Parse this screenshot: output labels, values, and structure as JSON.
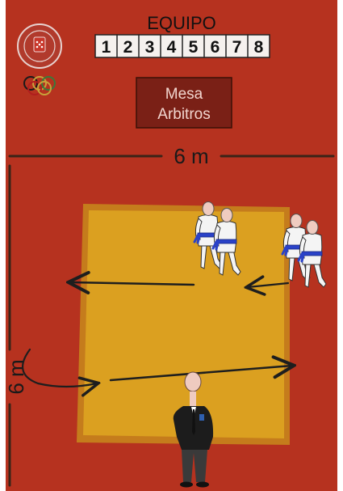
{
  "team": {
    "title": "EQUIPO",
    "numbers": [
      "1",
      "2",
      "3",
      "4",
      "5",
      "6",
      "7",
      "8"
    ]
  },
  "table": {
    "line1": "Mesa",
    "line2": "Arbitros"
  },
  "dimensions": {
    "horizontal": "6 m",
    "vertical": "6 m"
  },
  "emblem": {
    "name": "federation-seal",
    "ring_colors": [
      "#1a1a1a",
      "#c8a23a",
      "#3a7a3a",
      "#b01e1e"
    ]
  },
  "colors": {
    "background": "#b6321f",
    "tatami": "#dba020",
    "tatami_border": "#c57c1c",
    "table": "#7a2016",
    "gi": "#f4f4f4",
    "belt": "#2a42c8",
    "arrow": "#1e1e1e"
  }
}
